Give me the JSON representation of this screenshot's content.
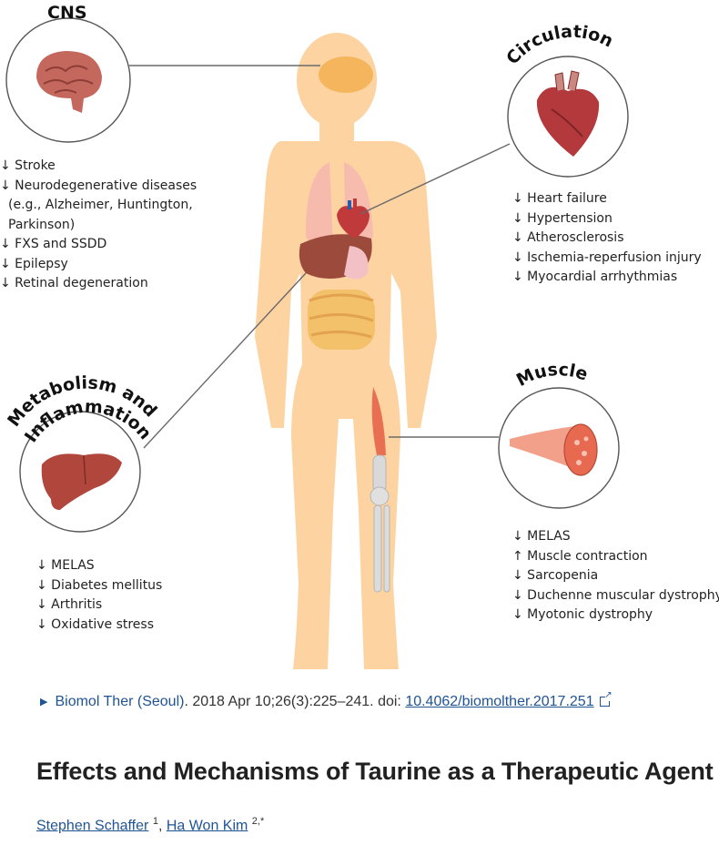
{
  "figure": {
    "sections": {
      "cns": {
        "title": "CNS",
        "items": [
          "↓ Stroke",
          "↓ Neurodegenerative diseases",
          "(e.g., Alzheimer, Huntington,",
          "Parkinson)",
          "↓ FXS and SSDD",
          "↓ Epilepsy",
          "↓ Retinal degeneration"
        ]
      },
      "circulation": {
        "title": "Circulation",
        "items": [
          "↓ Heart failure",
          "↓ Hypertension",
          "↓ Atherosclerosis",
          "↓ Ischemia-reperfusion injury",
          "↓ Myocardial arrhythmias"
        ]
      },
      "metabolism": {
        "title_line1": "Metabolism and",
        "title_line2": "Inflammation",
        "items": [
          "↓ MELAS",
          "↓ Diabetes mellitus",
          "↓ Arthritis",
          "↓ Oxidative stress"
        ]
      },
      "muscle": {
        "title": "Muscle",
        "items": [
          "↓ MELAS",
          "↑ Muscle contraction",
          "↓ Sarcopenia",
          "↓ Duchenne muscular dystrophy",
          "↓ Myotonic dystrophy"
        ]
      }
    },
    "colors": {
      "body": "#fcd3a1",
      "brain": "#c96a5e",
      "heart": "#b3373b",
      "liver": "#a3453b",
      "muscle": "#e66a4f",
      "circle_stroke": "#555555"
    }
  },
  "citation": {
    "journal": "Biomol Ther (Seoul)",
    "details": ". 2018 Apr 10;26(3):225–241. doi: ",
    "doi": "10.4062/biomolther.2017.251"
  },
  "article": {
    "title": "Effects and Mechanisms of Taurine as a Therapeutic Agent",
    "authors": [
      {
        "name": "Stephen Schaffer",
        "sup": "1"
      },
      {
        "name": "Ha Won Kim",
        "sup": "2,*"
      }
    ],
    "author_separator": ", "
  }
}
